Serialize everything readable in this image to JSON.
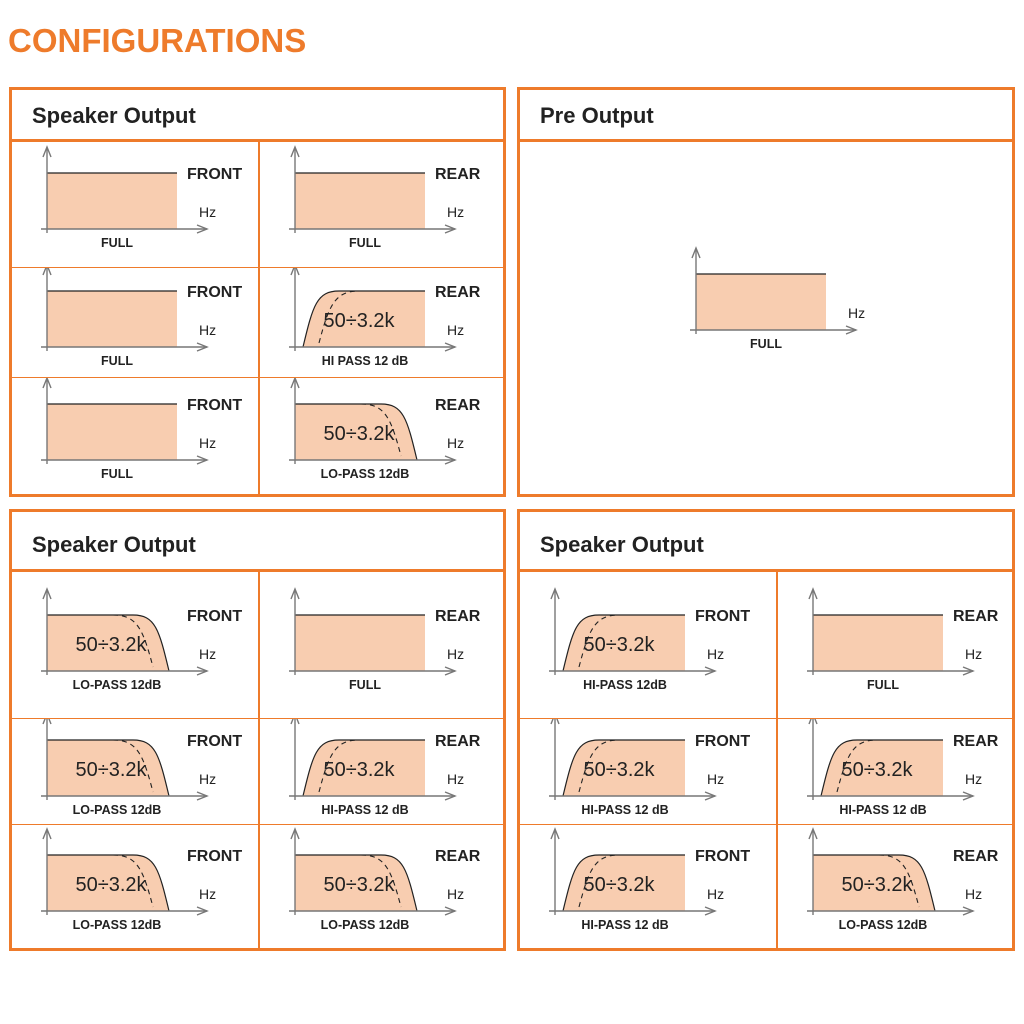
{
  "heading": "CONFIGURATIONS",
  "colors": {
    "accent": "#ee7b2b",
    "fill": "#f8cdb0",
    "line": "#222222"
  },
  "panels": [
    {
      "title": "Speaker Output",
      "cells": [
        {
          "channel": "FRONT",
          "type": "full",
          "label": "FULL",
          "freq": "",
          "hz": "Hz"
        },
        {
          "channel": "REAR",
          "type": "full",
          "label": "FULL",
          "freq": "",
          "hz": "Hz"
        },
        {
          "channel": "FRONT",
          "type": "full",
          "label": "FULL",
          "freq": "",
          "hz": "Hz"
        },
        {
          "channel": "REAR",
          "type": "hipass",
          "label": "HI PASS 12 dB",
          "freq": "50÷3.2k",
          "hz": "Hz"
        },
        {
          "channel": "FRONT",
          "type": "full",
          "label": "FULL",
          "freq": "",
          "hz": "Hz"
        },
        {
          "channel": "REAR",
          "type": "lopass",
          "label": "LO-PASS 12dB",
          "freq": "50÷3.2k",
          "hz": "Hz"
        }
      ]
    },
    {
      "title": "Pre Output",
      "cells": [
        {
          "channel": "",
          "type": "full",
          "label": "FULL",
          "freq": "",
          "hz": "Hz"
        }
      ]
    },
    {
      "title": "Speaker Output",
      "cells": [
        {
          "channel": "FRONT",
          "type": "lopass",
          "label": "LO-PASS 12dB",
          "freq": "50÷3.2k",
          "hz": "Hz"
        },
        {
          "channel": "REAR",
          "type": "full",
          "label": "FULL",
          "freq": "",
          "hz": "Hz"
        },
        {
          "channel": "FRONT",
          "type": "lopass",
          "label": "LO-PASS 12dB",
          "freq": "50÷3.2k",
          "hz": "Hz"
        },
        {
          "channel": "REAR",
          "type": "hipass",
          "label": "HI-PASS 12 dB",
          "freq": "50÷3.2k",
          "hz": "Hz"
        },
        {
          "channel": "FRONT",
          "type": "lopass",
          "label": "LO-PASS 12dB",
          "freq": "50÷3.2k",
          "hz": "Hz"
        },
        {
          "channel": "REAR",
          "type": "lopass",
          "label": "LO-PASS 12dB",
          "freq": "50÷3.2k",
          "hz": "Hz"
        }
      ]
    },
    {
      "title": "Speaker Output",
      "cells": [
        {
          "channel": "FRONT",
          "type": "hipass",
          "label": "HI-PASS 12dB",
          "freq": "50÷3.2k",
          "hz": "Hz"
        },
        {
          "channel": "REAR",
          "type": "full",
          "label": "FULL",
          "freq": "",
          "hz": "Hz"
        },
        {
          "channel": "FRONT",
          "type": "hipass",
          "label": "HI-PASS 12 dB",
          "freq": "50÷3.2k",
          "hz": "Hz"
        },
        {
          "channel": "REAR",
          "type": "hipass",
          "label": "HI-PASS 12 dB",
          "freq": "50÷3.2k",
          "hz": "Hz"
        },
        {
          "channel": "FRONT",
          "type": "hipass",
          "label": "HI-PASS 12 dB",
          "freq": "50÷3.2k",
          "hz": "Hz"
        },
        {
          "channel": "REAR",
          "type": "lopass",
          "label": "LO-PASS 12dB",
          "freq": "50÷3.2k",
          "hz": "Hz"
        }
      ]
    }
  ]
}
